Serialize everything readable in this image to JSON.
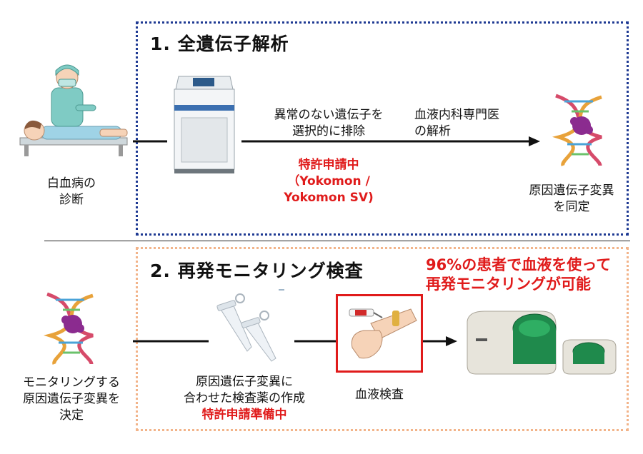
{
  "section1": {
    "title": "1. 全遺伝子解析",
    "diagnosis_line1": "白血病の",
    "diagnosis_line2": "診断",
    "filter_line1": "異常のない遺伝子を",
    "filter_line2": "選択的に排除",
    "patent_line1": "特許申請中",
    "patent_line2": "（Yokomon /",
    "patent_line3": "Yokomon SV)",
    "expert_line1": "血液内科専門医",
    "expert_line2": "の解析",
    "result_line1": "原因遺伝子変異",
    "result_line2": "を同定"
  },
  "section2": {
    "title": "2. 再発モニタリング検査",
    "highlight_line1": "96%の患者で血液を使って",
    "highlight_line2": "再発モニタリングが可能",
    "decide_line1": "モニタリングする",
    "decide_line2": "原因遺伝子変異を",
    "decide_line3": "決定",
    "reagent_line1": "原因遺伝子変異に",
    "reagent_line2": "合わせた検査薬の作成",
    "reagent_patent": "特許申請準備中",
    "blood_test": "血液検査"
  },
  "colors": {
    "section1_border": "#1f3a93",
    "section2_border": "#f2b48a",
    "highlight_red": "#e01b1b",
    "device_green": "#1f8a4c"
  },
  "icons": [
    "patient-doctor-illustration",
    "sequencer-machine-icon",
    "dna-helix-icon",
    "pcr-tube-icon",
    "blood-draw-icon",
    "digital-pcr-machine-icon",
    "arrow-icon"
  ]
}
